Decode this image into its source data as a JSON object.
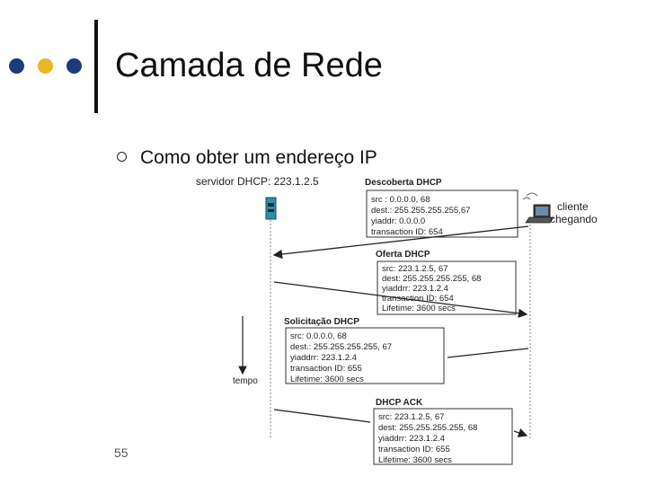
{
  "slide": {
    "title": "Camada de Rede",
    "bullet": "Como obter um endereço IP",
    "page_number": "55",
    "dot_colors": [
      "#1f3a7a",
      "#e8b823",
      "#1f3a7a"
    ]
  },
  "diagram": {
    "server_label": "servidor DHCP: 223.1.2.5",
    "client_label": [
      "cliente",
      "chegando"
    ],
    "time_label": "tempo",
    "messages": [
      {
        "title": "Descoberta DHCP",
        "lines": [
          "src : 0.0.0.0, 68",
          "dest.: 255.255.255.255,67",
          "yiaddr:    0.0.0.0",
          "transaction ID: 654"
        ]
      },
      {
        "title": "Oferta DHCP",
        "lines": [
          "src: 223.1.2.5, 67",
          "dest:  255.255.255.255, 68",
          "yiaddrr: 223.1.2.4",
          "transaction ID: 654",
          "Lifetime: 3600 secs"
        ]
      },
      {
        "title": "Solicitação DHCP",
        "lines": [
          "src:  0.0.0.0, 68",
          "dest.:  255.255.255.255, 67",
          "yiaddrr: 223.1.2.4",
          "transaction ID: 655",
          "Lifetime: 3600 secs"
        ]
      },
      {
        "title": "DHCP ACK",
        "lines": [
          "src: 223.1.2.5, 67",
          "dest:  255.255.255.255, 68",
          "yiaddrr: 223.1.2.4",
          "transaction ID: 655",
          "Lifetime: 3600 secs"
        ]
      }
    ]
  }
}
